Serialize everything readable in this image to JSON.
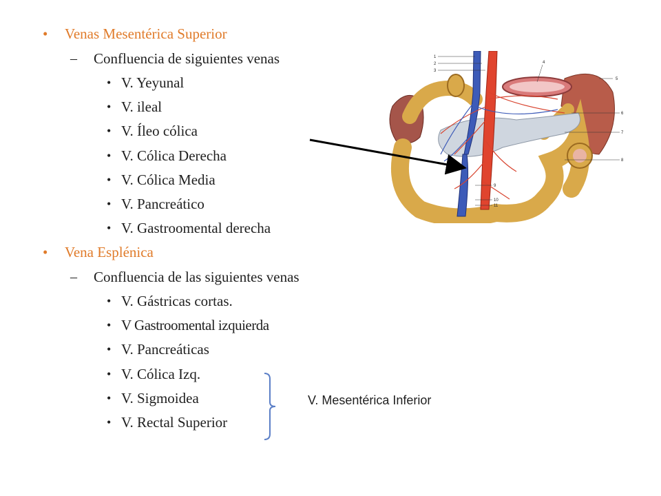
{
  "sections": [
    {
      "title": "Venas Mesentérica Superior",
      "sub": "Confluencia de siguientes venas",
      "items": [
        "V. Yeyunal",
        "V. ileal",
        "V. Íleo cólica",
        "V. Cólica Derecha",
        "V. Cólica Media",
        "V. Pancreático",
        "V. Gastroomental  derecha"
      ]
    },
    {
      "title": "Vena Esplénica",
      "sub": "Confluencia de las siguientes venas",
      "items": [
        "V. Gástricas cortas.",
        "V Gastroomental izquierda",
        "V. Pancreáticas",
        "V. Cólica Izq.",
        "V. Sigmoidea",
        "V. Rectal Superior"
      ]
    }
  ],
  "bracket_label": "V. Mesentérica Inferior",
  "figure": {
    "numbers": [
      "1",
      "2",
      "3",
      "4",
      "5",
      "6",
      "7",
      "8",
      "9",
      "10",
      "11"
    ]
  },
  "colors": {
    "accent": "#e07b2a",
    "text": "#1f1f1f",
    "bracket": "#5b7fc7"
  }
}
